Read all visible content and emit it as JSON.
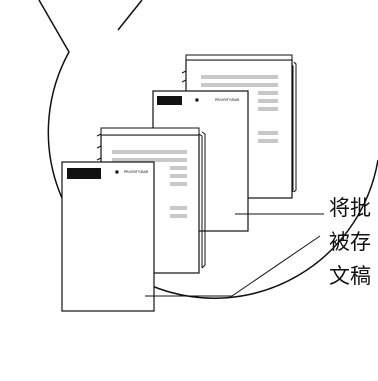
{
  "documents": {
    "header_text": "PRIORITY/BAR",
    "stack_count": 4
  },
  "callout_caption": {
    "lines": [
      "将批",
      "被存",
      "文稿"
    ]
  },
  "colors": {
    "stroke": "#111111",
    "text_bar_gray": "#c8c8c8",
    "header_block": "#111111"
  }
}
